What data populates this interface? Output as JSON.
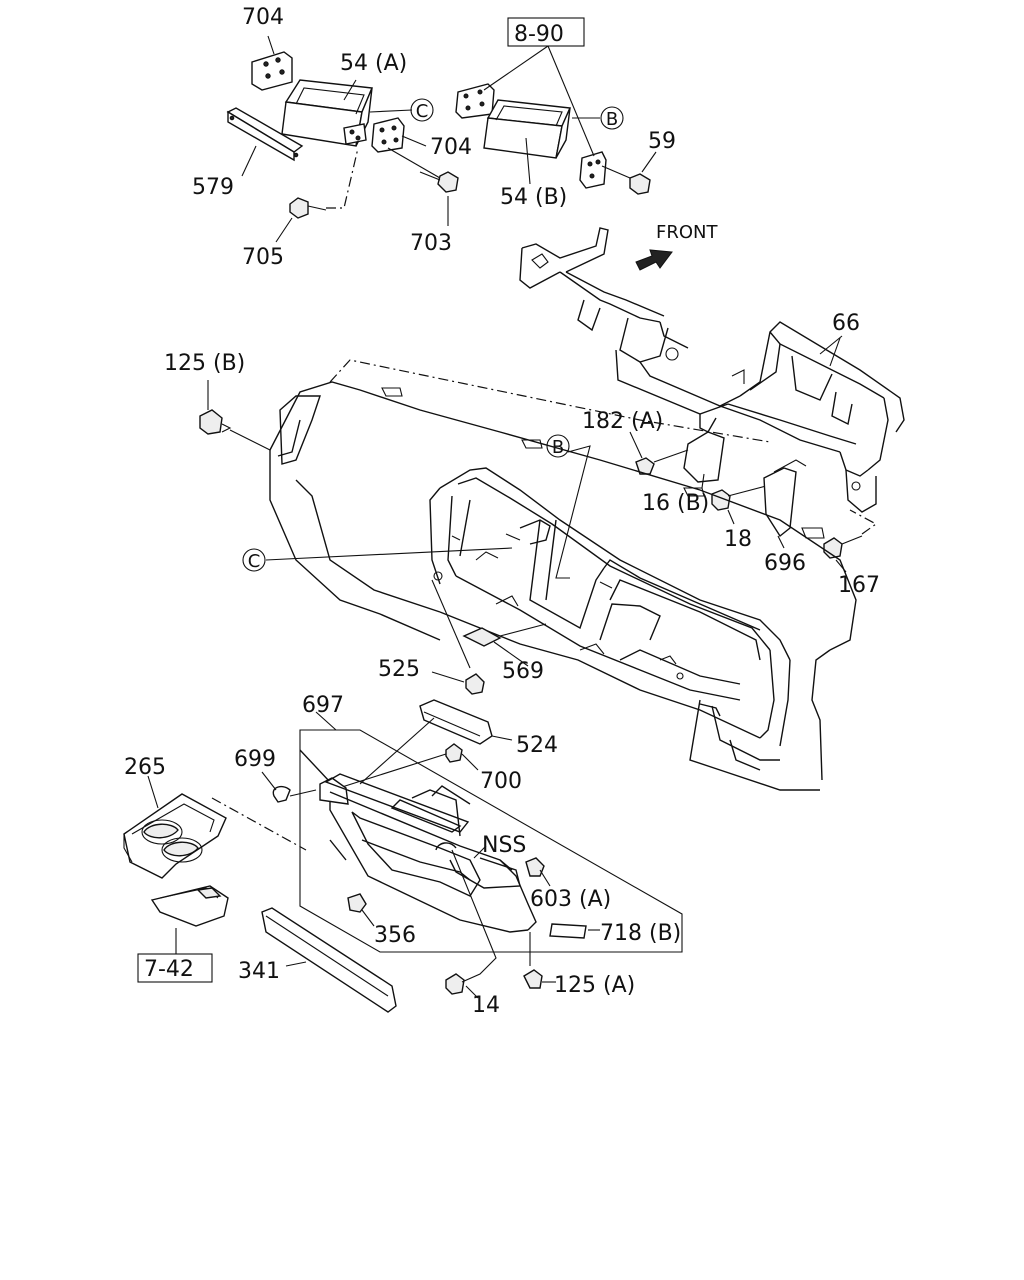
{
  "labels": {
    "l704a": "704",
    "l54a": "54 (A)",
    "l579": "579",
    "l704b": "704",
    "l705": "705",
    "l703": "703",
    "l890": "8-90",
    "l54b": "54 (B)",
    "l59": "59",
    "front": "FRONT",
    "l66": "66",
    "l125b": "125 (B)",
    "l182a": "182 (A)",
    "l16b": "16 (B)",
    "l18": "18",
    "l696": "696",
    "l167": "167",
    "l569": "569",
    "l525": "525",
    "l697": "697",
    "l524": "524",
    "l699": "699",
    "l700": "700",
    "l265": "265",
    "nss": "NSS",
    "l603a": "603 (A)",
    "l356": "356",
    "l718b": "718 (B)",
    "l742": "7-42",
    "l341": "341",
    "l14": "14",
    "l125a": "125 (A)"
  },
  "callouts": {
    "c_c1": "C",
    "c_b1": "B",
    "c_b2": "B",
    "c_c2": "C"
  }
}
